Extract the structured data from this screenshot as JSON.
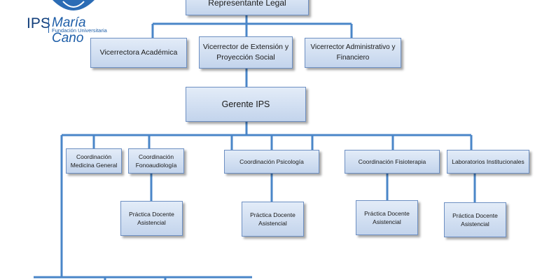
{
  "logo": {
    "brand_short": "IPS",
    "brand_name": "María Cano",
    "brand_sub": "Fundación Universitaria"
  },
  "org_chart": {
    "root": "Representante Legal",
    "vice_rectors": [
      "Vicerrectora Académica",
      "Vicerrector de Extensión y Proyección Social",
      "Vicerrector Administrativo y Financiero"
    ],
    "manager": "Gerente IPS",
    "coordinations": [
      "Coordinación Medicina General",
      "Coordinación Fonoaudiología",
      "Coordinación Psicología",
      "Coordinación Fisioterapia",
      "Laboratorios Institucionales"
    ],
    "practices": [
      "Práctica Docente Asistencial",
      "Práctica Docente Asistencial",
      "Práctica Docente Asistencial",
      "Práctica Docente Asistencial"
    ]
  },
  "colors": {
    "connector": "#4a86c8",
    "logo_blue": "#1e5ea8"
  }
}
